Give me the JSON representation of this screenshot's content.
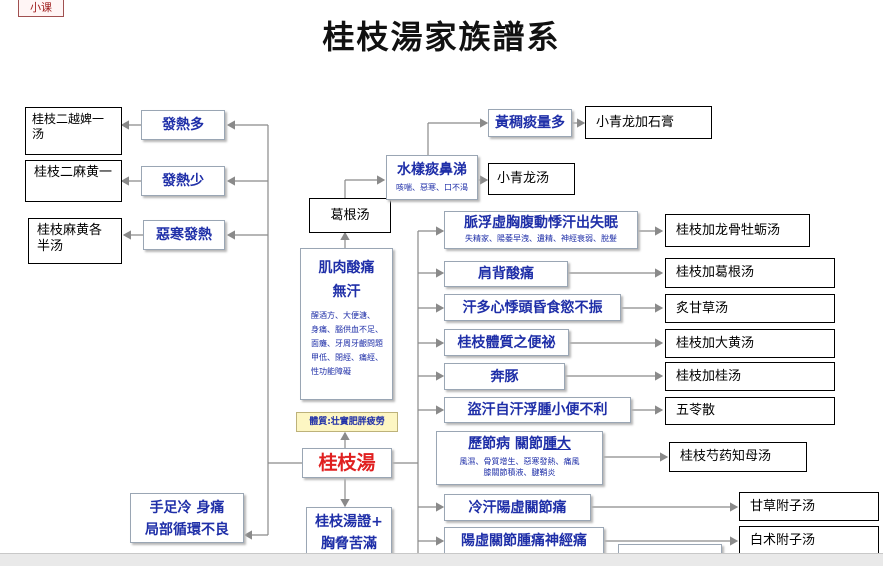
{
  "tag": "小课",
  "title": "桂枝湯家族譜系",
  "center": {
    "label": "桂枝湯"
  },
  "constitution": {
    "label": "體質:壮實肥胖疲勞"
  },
  "left_branches": [
    {
      "label": "發熱多",
      "formula": "桂枝二越婢一汤"
    },
    {
      "label": "發熱少",
      "formula": "桂枝二麻黄一"
    },
    {
      "label": "惡寒發熱",
      "formula": "桂枝麻黄各半汤"
    }
  ],
  "muscle": {
    "title": "肌肉酸痛",
    "title2": "無汗",
    "details": [
      "醒酒方、大便溏、",
      "身痛、腦供血不足、",
      "面癱、牙周牙齦問題",
      "甲低、閉經、痛經、",
      "性功能障礙"
    ]
  },
  "gegen": {
    "label": "葛根汤"
  },
  "water": {
    "label": "水樣痰鼻涕",
    "sub": "咳喘、惡寒、口不渴",
    "formula": "小青龙汤"
  },
  "yellow": {
    "label": "黃稠痰量多",
    "formula": "小青龙加石膏"
  },
  "right_branches": [
    {
      "label": "脈浮虛胸腹動悸汗出失眠",
      "sub": "失精家、陽萎早洩、遺精、神經衰弱、脫髮",
      "formula": "桂枝加龙骨牡蛎汤"
    },
    {
      "label": "肩背酸痛",
      "formula": "桂枝加葛根汤"
    },
    {
      "label": "汗多心悸頭昏食慾不振",
      "formula": "炙甘草汤"
    },
    {
      "label": "桂枝體質之便祕",
      "formula": "桂枝加大黄汤"
    },
    {
      "label": "奔豚",
      "formula": "桂枝加桂汤"
    },
    {
      "label": "盜汗自汗浮腫小便不利",
      "formula": "五苓散"
    },
    {
      "label": "歷節病 關節",
      "label_u": "腫大",
      "sub": "風濕、骨質增生、惡寒發熱、痛風",
      "sub2": "膝關節積液、腱鞘炎",
      "formula": "桂枝芍药知母汤"
    },
    {
      "label": "冷汗陽虛關節痛",
      "formula": "甘草附子汤"
    },
    {
      "label": "陽虛關節腫痛神經痛",
      "formula": "白术附子汤"
    }
  ],
  "bottom_left": {
    "line1": "手足冷 身痛",
    "line2": "局部循環不良"
  },
  "bottom_mid": {
    "line1": "桂枝湯證+",
    "line2": "胸脅苦滿"
  },
  "colors": {
    "box_text": "#1f2fa8",
    "center_text": "#e02020",
    "connector": "#8a8a8a",
    "constitution_bg": "#fdf6c3"
  }
}
